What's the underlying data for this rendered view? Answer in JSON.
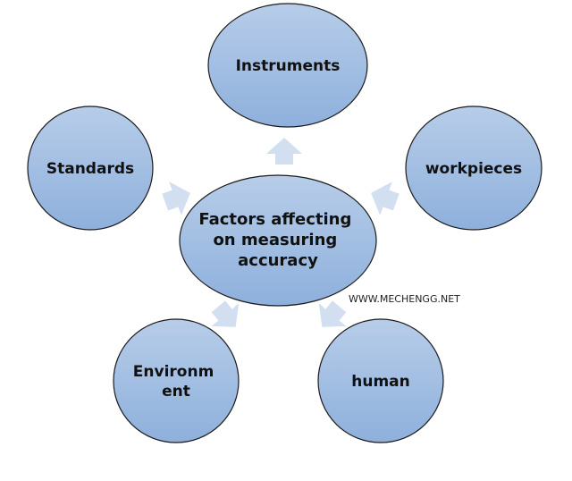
{
  "center": {
    "lines": [
      "Factors affecting",
      "on measuring",
      "accuracy"
    ]
  },
  "nodes": [
    {
      "id": "instruments",
      "lines": [
        "Instruments"
      ]
    },
    {
      "id": "workpieces",
      "lines": [
        "workpieces"
      ]
    },
    {
      "id": "human",
      "lines": [
        "human"
      ]
    },
    {
      "id": "environment",
      "lines": [
        "Environm",
        "ent"
      ]
    },
    {
      "id": "standards",
      "lines": [
        "Standards"
      ]
    }
  ],
  "watermark": "WWW.MECHENGG.NET",
  "colors": {
    "circle_top": "#b7cde9",
    "circle_bottom": "#8eb0dc",
    "circle_stroke": "#1c1c1c",
    "arrow_fill": "#d2dff1"
  }
}
